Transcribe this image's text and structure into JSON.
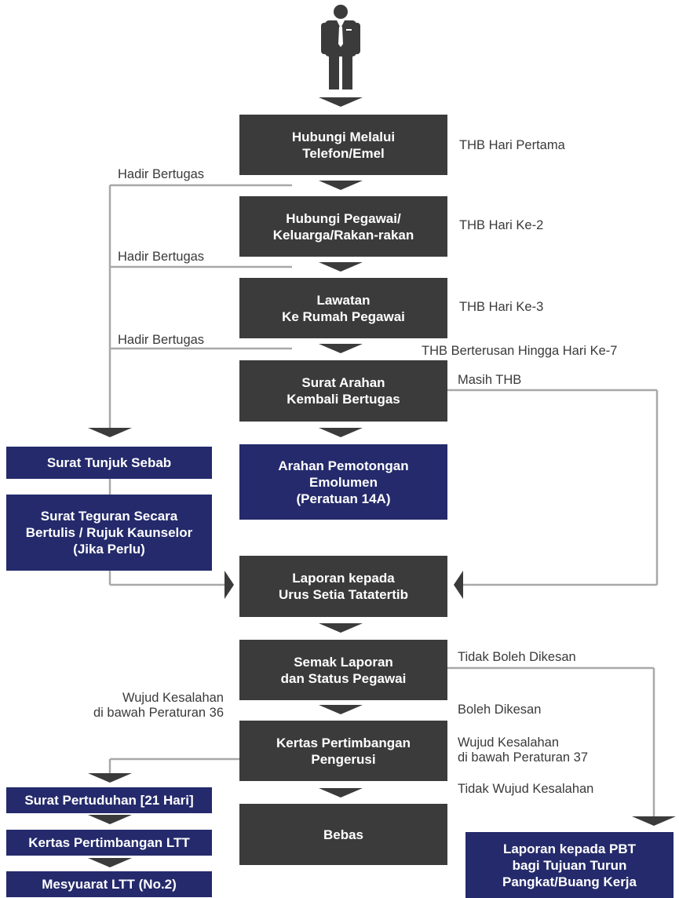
{
  "boxes": {
    "hubungi_telefon": "Hubungi Melalui\nTelefon/Emel",
    "hubungi_pegawai": "Hubungi Pegawai/\nKeluarga/Rakan-rakan",
    "lawatan": "Lawatan\nKe Rumah Pegawai",
    "surat_arahan": "Surat Arahan\nKembali Bertugas",
    "arahan_pemotongan": "Arahan Pemotongan\nEmolumen\n(Peratuan 14A)",
    "laporan_urus_setia": "Laporan kepada\nUrus Setia Tatatertib",
    "semak_laporan": "Semak Laporan\ndan Status Pegawai",
    "kertas_pengerusi": "Kertas Pertimbangan\nPengerusi",
    "bebas": "Bebas",
    "surat_tunjuk_sebab": "Surat Tunjuk Sebab",
    "surat_teguran": "Surat Teguran Secara\nBertulis / Rujuk Kaunselor\n(Jika Perlu)",
    "surat_pertuduhan": "Surat Pertuduhan [21 Hari]",
    "kertas_ltt": "Kertas Pertimbangan LTT",
    "mesyuarat_ltt": "Mesyuarat LTT (No.2)",
    "laporan_pbt": "Laporan kepada PBT\nbagi Tujuan Turun\nPangkat/Buang Kerja"
  },
  "labels": {
    "thb_hari_pertama": "THB Hari Pertama",
    "thb_hari_ke2": "THB Hari Ke-2",
    "thb_hari_ke3": "THB Hari Ke-3",
    "thb_berterusan": "THB Berterusan Hingga Hari Ke-7",
    "masih_thb": "Masih THB",
    "hadir_bertugas_1": "Hadir Bertugas",
    "hadir_bertugas_2": "Hadir Bertugas",
    "hadir_bertugas_3": "Hadir Bertugas",
    "tidak_boleh_dikesan": "Tidak Boleh Dikesan",
    "boleh_dikesan": "Boleh Dikesan",
    "wujud_kesalahan_36": "Wujud Kesalahan\ndi bawah Peraturan 36",
    "wujud_kesalahan_37": "Wujud Kesalahan\ndi bawah Peraturan 37",
    "tidak_wujud_kesalahan": "Tidak Wujud Kesalahan"
  },
  "colors": {
    "dark_box": "#3b3b3b",
    "navy_box": "#242a6b",
    "connector": "#a8a8a8",
    "label_text": "#3a3a3a"
  },
  "icons": {
    "person": "employee-person-icon"
  }
}
